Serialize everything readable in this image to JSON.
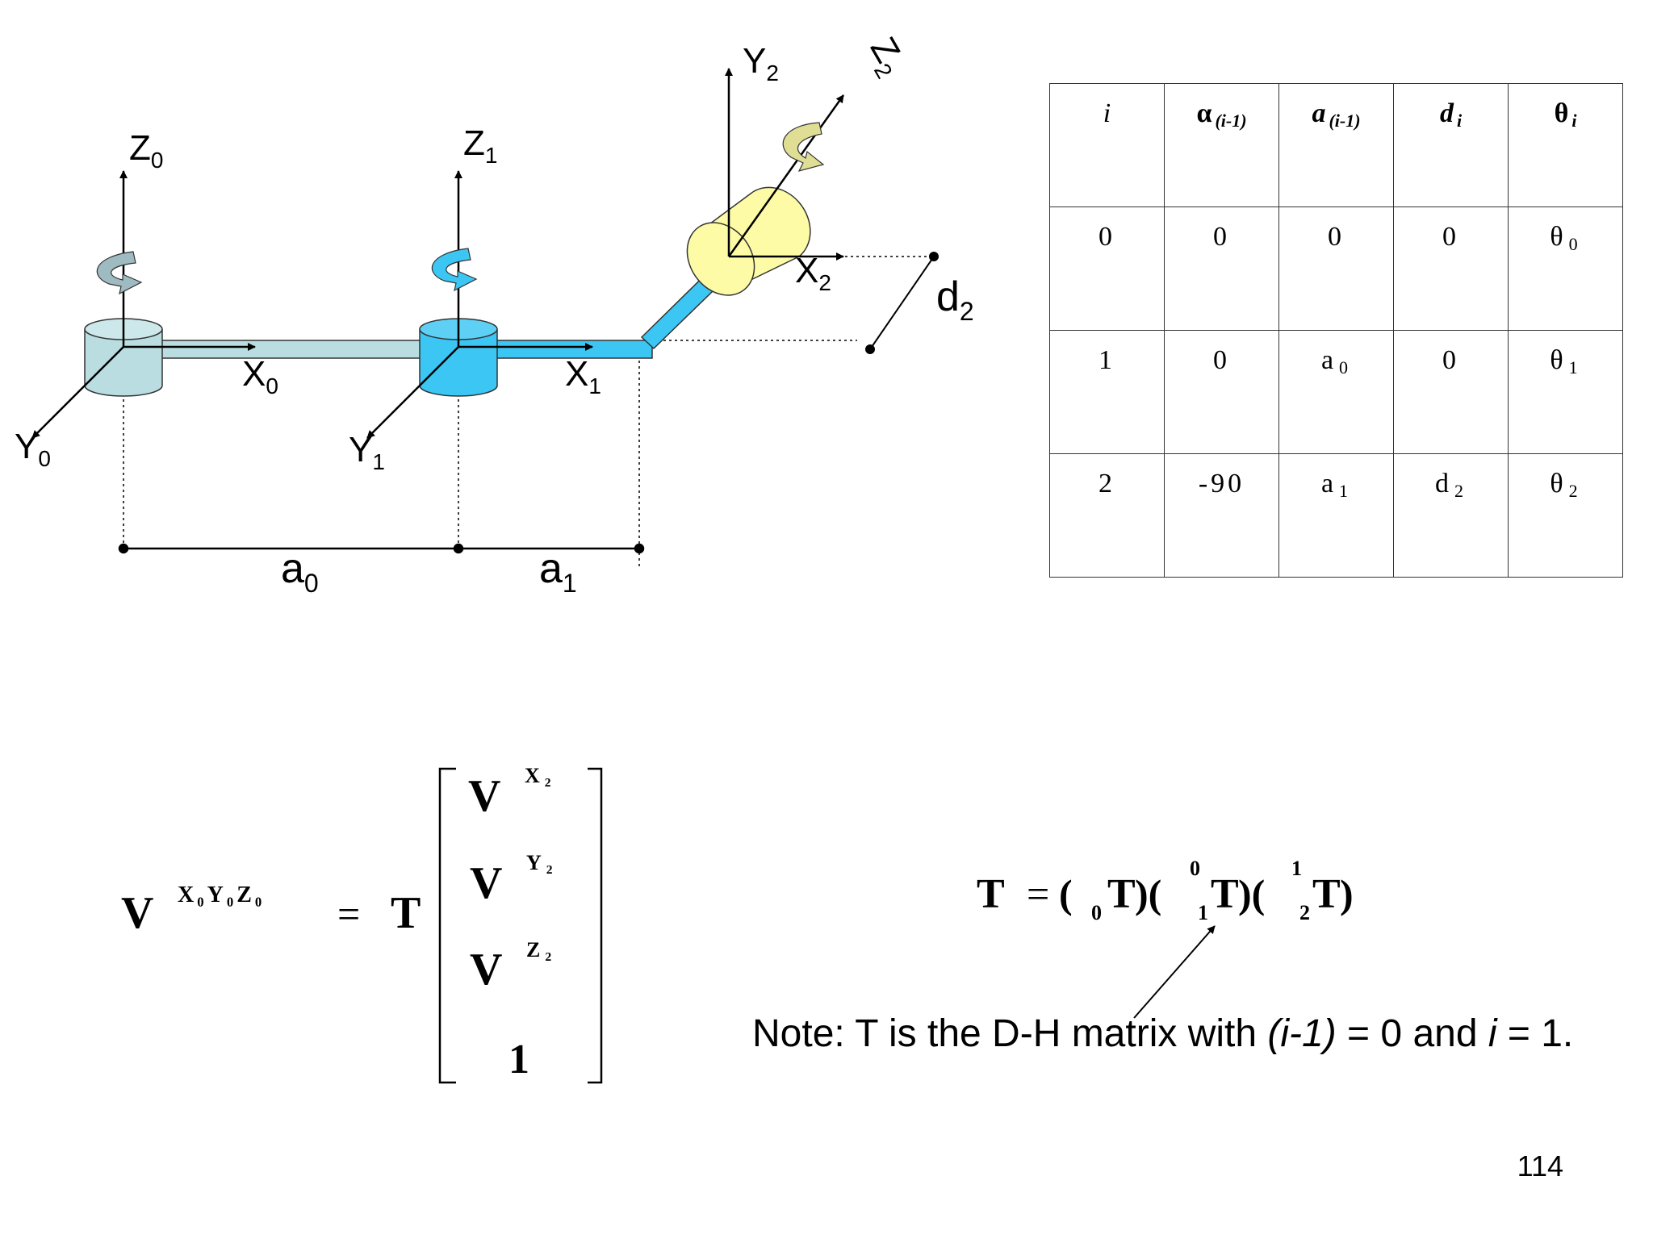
{
  "diagram": {
    "frame0": {
      "x": "X",
      "x_sub": "0",
      "y": "Y",
      "y_sub": "0",
      "z": "Z",
      "z_sub": "0"
    },
    "frame1": {
      "x": "X",
      "x_sub": "1",
      "y": "Y",
      "y_sub": "1",
      "z": "Z",
      "z_sub": "1"
    },
    "frame2": {
      "x": "X",
      "x_sub": "2",
      "y": "Y",
      "y_sub": "2",
      "z": "Z",
      "z_sub": "2"
    },
    "dimensions": {
      "a0": "a",
      "a0_sub": "0",
      "a1": "a",
      "a1_sub": "1",
      "d2": "d",
      "d2_sub": "2"
    },
    "colors": {
      "base_joint": "#b9dde0",
      "link1": "#3cc6f3",
      "end_effector": "#fdfba6",
      "rotation_arrow_grey": "#9ebbc2",
      "rotation_arrow_yellow": "#e0dd95"
    }
  },
  "dh_table": {
    "headers": [
      {
        "main": "i",
        "sub": ""
      },
      {
        "main": "α",
        "sub": "(i-1)"
      },
      {
        "main": "a",
        "sub": "(i-1)"
      },
      {
        "main": "d",
        "sub": "i"
      },
      {
        "main": "θ",
        "sub": "i"
      }
    ],
    "rows": [
      [
        {
          "main": "0",
          "sub": ""
        },
        {
          "main": "0",
          "sub": ""
        },
        {
          "main": "0",
          "sub": ""
        },
        {
          "main": "0",
          "sub": ""
        },
        {
          "main": "θ",
          "sub": "0"
        }
      ],
      [
        {
          "main": "1",
          "sub": ""
        },
        {
          "main": "0",
          "sub": ""
        },
        {
          "main": "a",
          "sub": "0"
        },
        {
          "main": "0",
          "sub": ""
        },
        {
          "main": "θ",
          "sub": "1"
        }
      ],
      [
        {
          "main": "2",
          "sub": ""
        },
        {
          "main": "-90",
          "sub": ""
        },
        {
          "main": "a",
          "sub": "1"
        },
        {
          "main": "d",
          "sub": "2"
        },
        {
          "main": "θ",
          "sub": "2"
        }
      ]
    ]
  },
  "equation_vector": {
    "lhs": "V",
    "lhs_sup": "X₀Y₀Z₀",
    "equals": "=",
    "matrix": "T",
    "vector": [
      {
        "main": "V",
        "sup": "X₂"
      },
      {
        "main": "V",
        "sup": "Y₂"
      },
      {
        "main": "V",
        "sup": "Z₂"
      },
      {
        "main": "1",
        "sup": ""
      }
    ]
  },
  "equation_product": {
    "lhs": "T",
    "equals": "=",
    "open_paren": "(",
    "factors": [
      {
        "pre_sub": "0",
        "pre_sup": "",
        "main": "T"
      },
      {
        "pre_sub": "1",
        "pre_sup": "0",
        "main": "T"
      },
      {
        "pre_sub": "2",
        "pre_sup": "1",
        "main": "T"
      }
    ]
  },
  "note": {
    "prefix": "Note: T is the D-H matrix with ",
    "italic1": "(i-1)",
    "middle": " = 0 and ",
    "italic2": "i",
    "suffix": " = 1."
  },
  "page_number": "114"
}
